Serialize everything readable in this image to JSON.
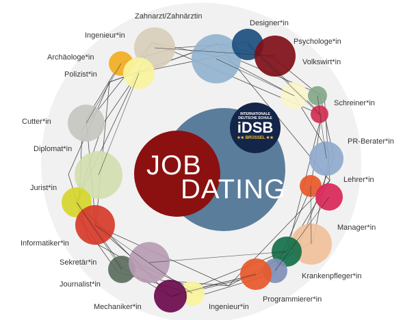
{
  "center": {
    "line1": "JOB",
    "line2": "DATING",
    "main_color": "#8b1111",
    "blue_color": "#5b7d9c"
  },
  "badge": {
    "line1": "INTERNATIONALE",
    "line2": "DEUTSCHE SCHULE",
    "logo": "iDSB",
    "city": "★★ BRÜSSEL ★★"
  },
  "labels": {
    "zahnarzt": "Zahnarzt/Zahnärztin",
    "designer": "Designer*in",
    "ingenieur_top": "Ingenieur*in",
    "psychologe": "Psychologe*in",
    "archaeologe": "Archäologe*in",
    "volkswirt": "Volkswirt*in",
    "polizist": "Polizist*in",
    "schreiner": "Schreiner*in",
    "cutter": "Cutter*in",
    "pr_berater": "PR-Berater*in",
    "diplomat": "Diplomat*in",
    "lehrer": "Lehrer*in",
    "jurist": "Jurist*in",
    "manager": "Manager*in",
    "informatiker": "Informatiker*in",
    "sekretaer": "Sekretär*in",
    "krankenpfleger": "Krankenpfleger*in",
    "journalist": "Journalist*in",
    "programmierer": "Programmierer*in",
    "mechaniker": "Mechaniker*in",
    "ingenieur_bottom": "Ingenieur*in"
  },
  "colors": {
    "ring_bg": "#f1f1f1",
    "line": "#2b2b2b",
    "beige": "#d8ceba",
    "light_blue": "#93b3cf",
    "navy": "#1d4f80",
    "dark_red": "#7f0f18",
    "orange_yellow": "#f2ae22",
    "pale_yellow": "#faf49c",
    "bright_yellow": "#f8ec55",
    "sage": "#86a88a",
    "crimson": "#d32f52",
    "pale_cream": "#f8f5cc",
    "grey": "#c7c7c1",
    "periwinkle": "#8faace",
    "pale_green": "#d2deb0",
    "orange": "#e8582a",
    "pink": "#d92759",
    "lime": "#d6d62c",
    "red_orange": "#d63b2a",
    "peach": "#f1c09b",
    "green": "#15704a",
    "blue_grey": "#7f8fb6",
    "dark_grey_green": "#5b6e5e",
    "mauve": "#b79cb3",
    "purple": "#6b0a4e"
  }
}
